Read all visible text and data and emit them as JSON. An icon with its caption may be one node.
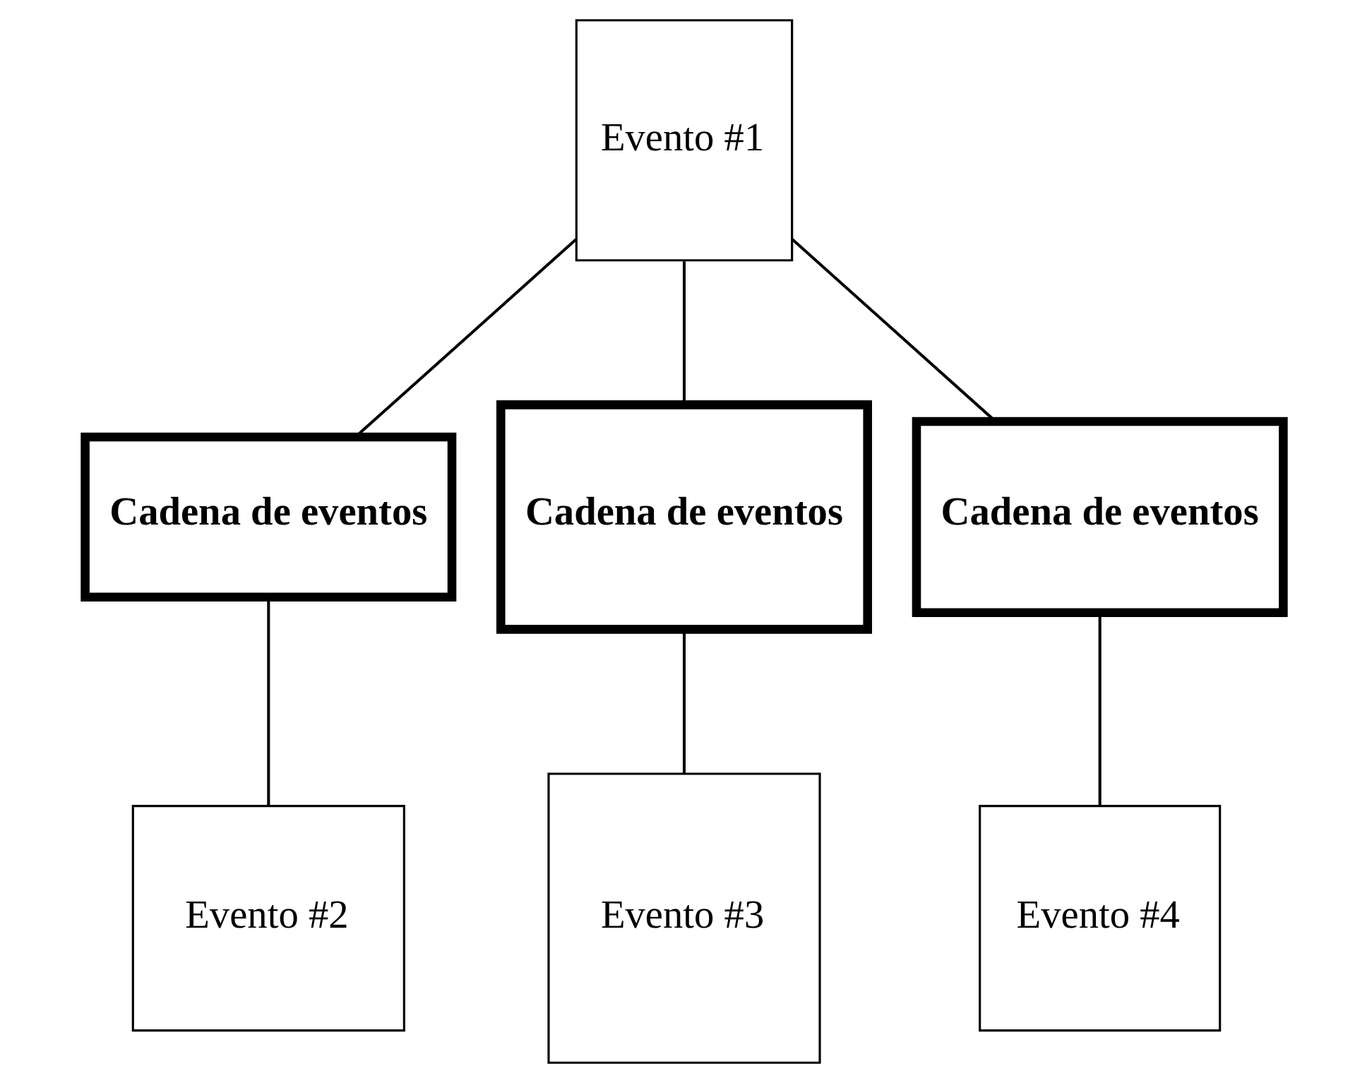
{
  "diagram": {
    "nodes": [
      {
        "text": [
          "Evento #1"
        ]
      },
      {
        "text": [
          "Cadena de eventos"
        ]
      },
      {
        "text": [
          "Cadena de eventos"
        ]
      },
      {
        "text": [
          "Cadena de eventos"
        ]
      },
      {
        "text": [
          "Evento #2"
        ]
      },
      {
        "text": [
          "Evento #3"
        ]
      },
      {
        "text": [
          "Evento #4"
        ]
      }
    ],
    "edges": [
      {
        "from": 0,
        "to": 1,
        "arrow": "none"
      },
      {
        "from": 0,
        "to": 2,
        "arrow": "none"
      },
      {
        "from": 0,
        "to": 3,
        "arrow": "none"
      },
      {
        "from": 1,
        "to": 4,
        "arrow": "none"
      },
      {
        "from": 2,
        "to": 5,
        "arrow": "none"
      },
      {
        "from": 3,
        "to": 6,
        "arrow": "none"
      }
    ]
  }
}
